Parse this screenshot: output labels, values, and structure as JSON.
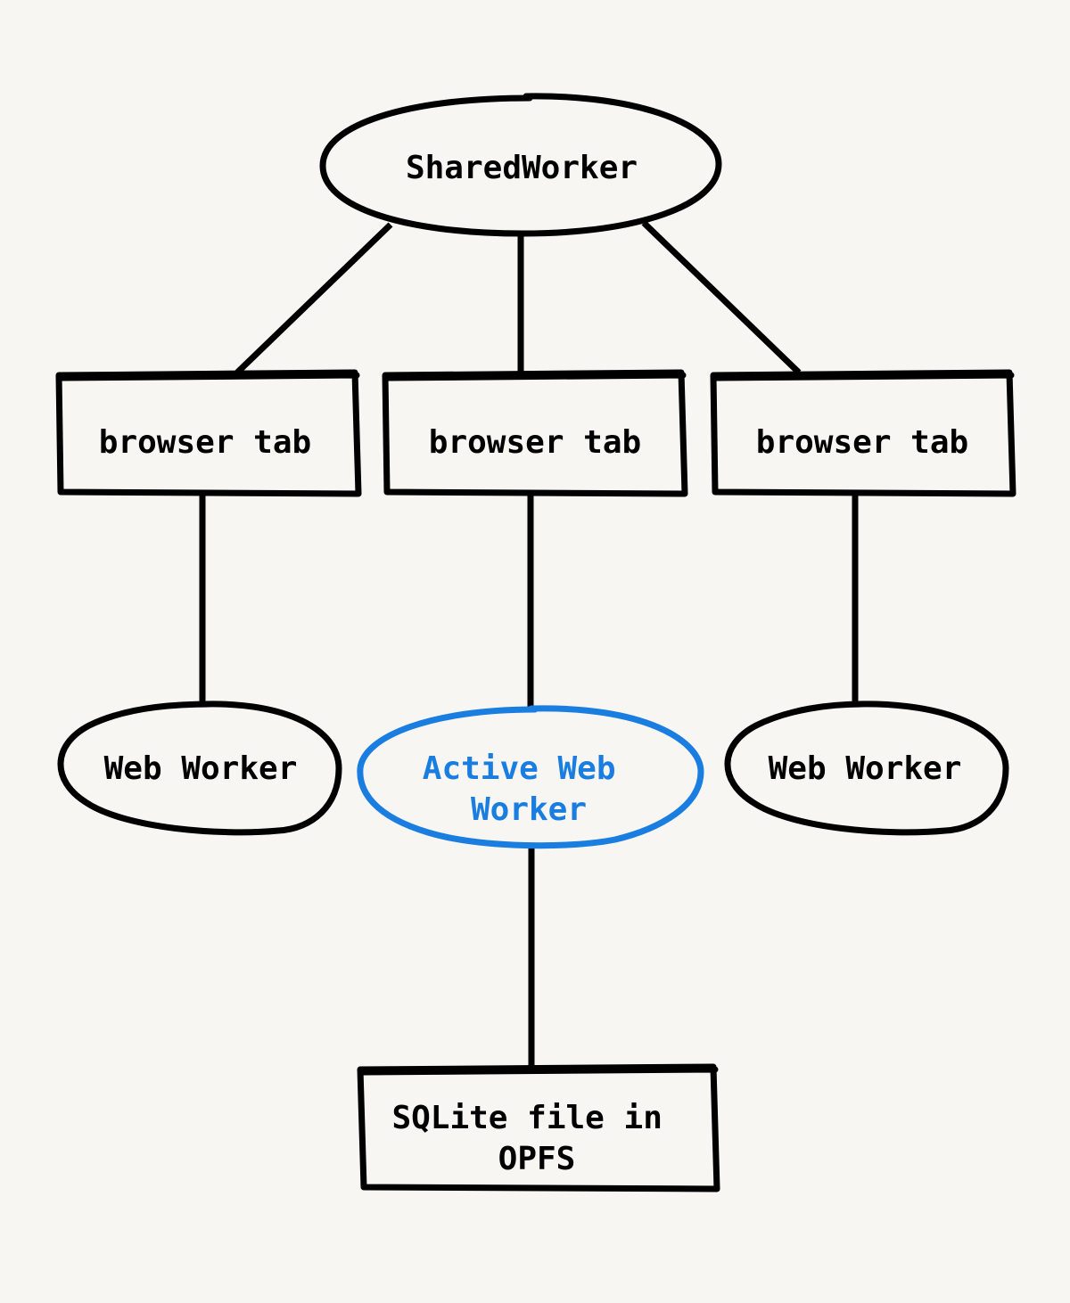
{
  "colors": {
    "background": "#f7f6f2",
    "ink": "#000000",
    "accent": "#1a7de0"
  },
  "nodes": {
    "shared_worker": "SharedWorker",
    "tab_left": "browser tab",
    "tab_middle": "browser tab",
    "tab_right": "browser tab",
    "worker_left": "Web Worker",
    "worker_active": [
      "Active Web",
      "Worker"
    ],
    "worker_right": "Web Worker",
    "sqlite_file": [
      "SQLite file in",
      "OPFS"
    ]
  }
}
